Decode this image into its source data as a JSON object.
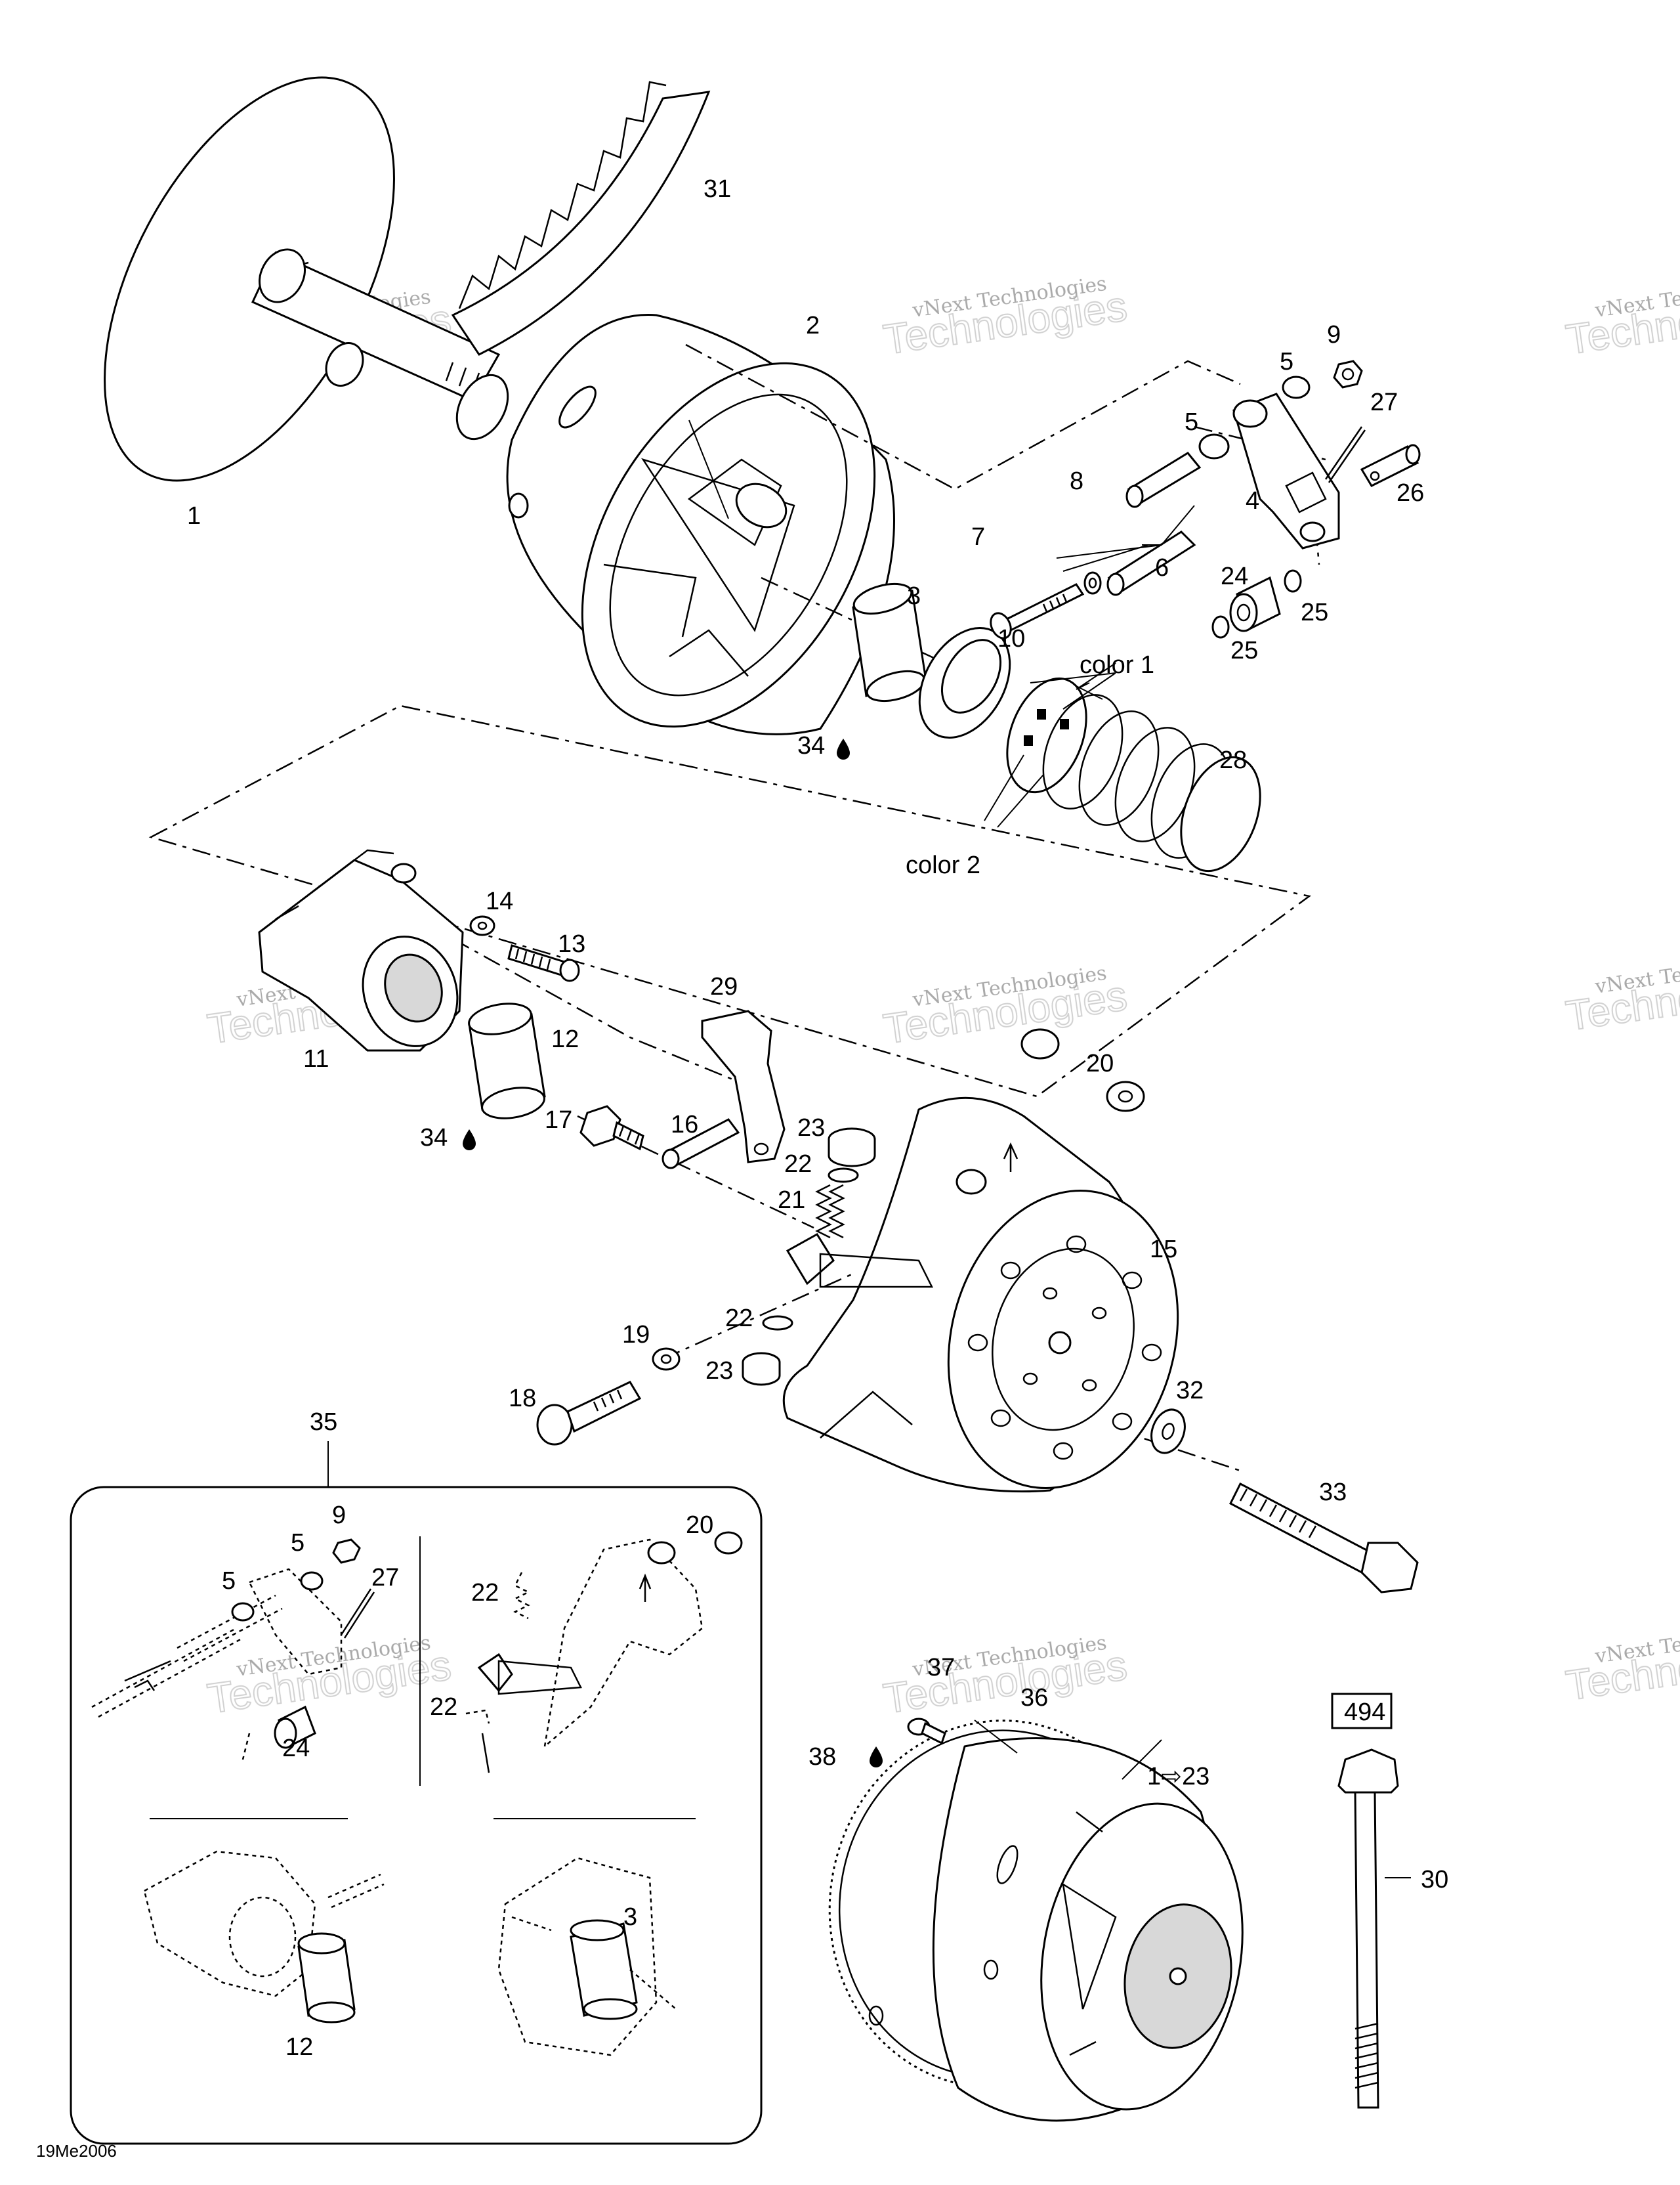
{
  "diagram_id": "19Me2006",
  "tool_number": "494",
  "watermark": {
    "line1": "vNext Technologies",
    "line2": "Technologies"
  },
  "callouts": {
    "c1": "1",
    "c2": "2",
    "c3": "3",
    "c4": "4",
    "c5a": "5",
    "c5b": "5",
    "c6": "6",
    "c7": "7",
    "c8": "8",
    "c9": "9",
    "c10": "10",
    "c11": "11",
    "c12": "12",
    "c13": "13",
    "c14": "14",
    "c15": "15",
    "c16": "16",
    "c17": "17",
    "c18": "18",
    "c19": "19",
    "c20": "20",
    "c21": "21",
    "c22a": "22",
    "c22b": "22",
    "c23a": "23",
    "c23b": "23",
    "c24": "24",
    "c25a": "25",
    "c25b": "25",
    "c26": "26",
    "c27": "27",
    "c28": "28",
    "c29": "29",
    "c30": "30",
    "c31": "31",
    "c32": "32",
    "c33": "33",
    "c34a": "34",
    "c34b": "34",
    "c35": "35",
    "c36": "36",
    "c37": "37",
    "c38": "38",
    "c1to23": "1⇨23",
    "color1": "color 1",
    "color2": "color 2"
  },
  "inset": {
    "c9": "9",
    "c5a": "5",
    "c5b": "5",
    "c27": "27",
    "c24": "24",
    "c22a": "22",
    "c22b": "22",
    "c20": "20",
    "c3": "3",
    "c12": "12"
  }
}
